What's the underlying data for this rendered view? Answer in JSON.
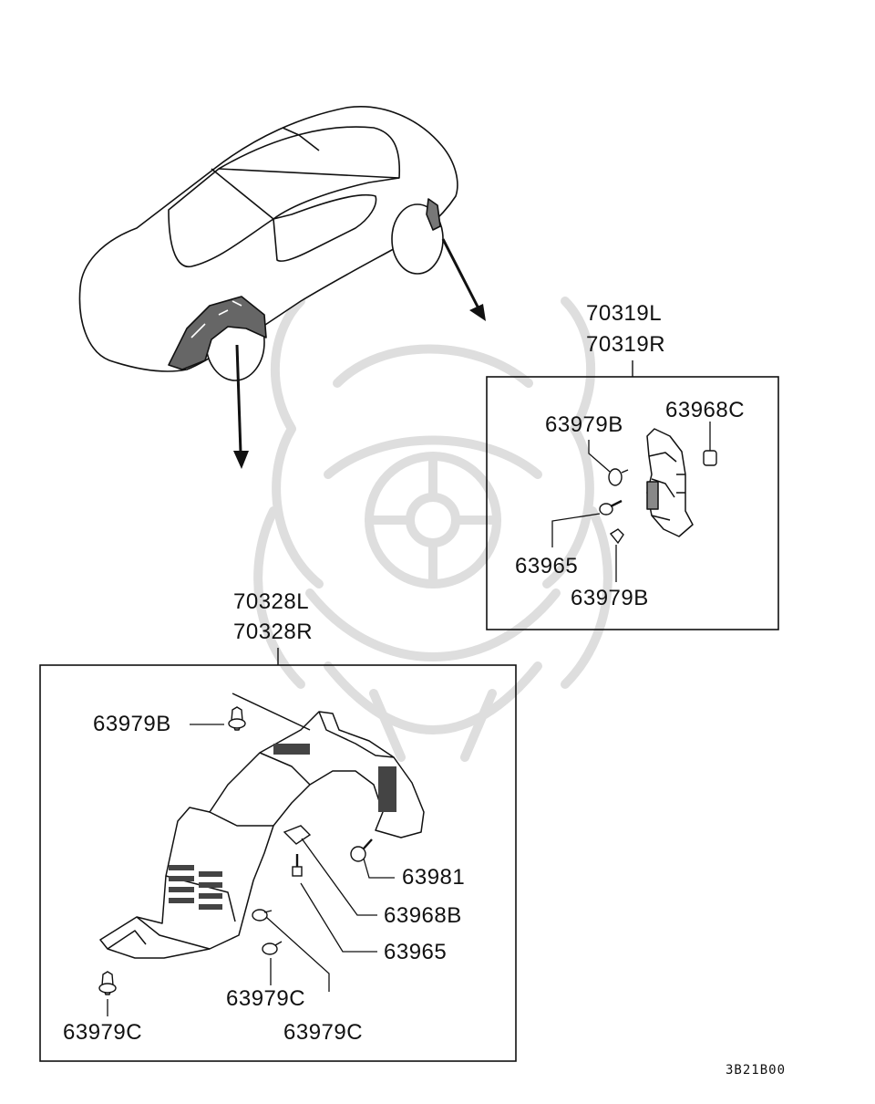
{
  "diagram_code": "3B21B00",
  "rear_assembly": {
    "part_numbers": [
      "70319L",
      "70319R"
    ],
    "callouts": {
      "clip_top": "63979B",
      "nut": "63968C",
      "screw": "63965",
      "clip_bottom": "63979B"
    }
  },
  "front_assembly": {
    "part_numbers": [
      "70328L",
      "70328R"
    ],
    "callouts": {
      "clip_top": "63979B",
      "bolt": "63981",
      "nut": "63968B",
      "screw": "63965",
      "clip_center": "63979C",
      "clip_right": "63979C",
      "clip_left": "63979C"
    }
  },
  "colors": {
    "line": "#111111",
    "watermark": "#d9d9d9",
    "background": "#ffffff"
  }
}
